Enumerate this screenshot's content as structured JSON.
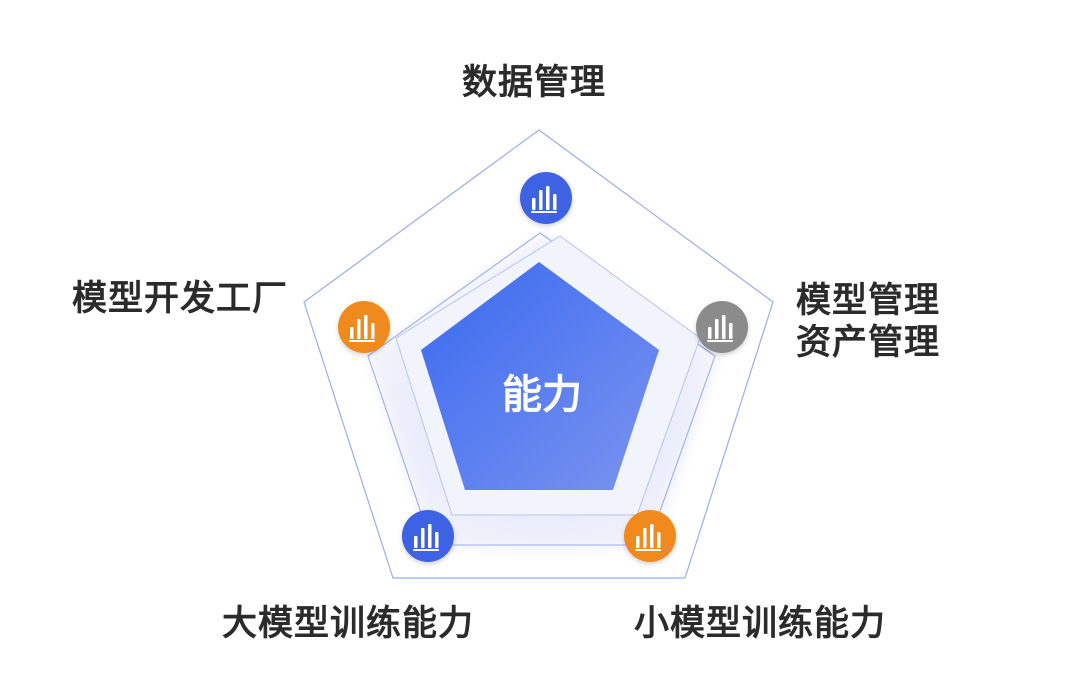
{
  "center": {
    "label": "能力"
  },
  "nodes": [
    {
      "id": "top",
      "label_lines": [
        "数据管理"
      ],
      "color": "#3d63e4"
    },
    {
      "id": "right",
      "label_lines": [
        "模型管理",
        "资产管理"
      ],
      "color": "#8b8b8b"
    },
    {
      "id": "bottom-right",
      "label_lines": [
        "小模型训练能力"
      ],
      "color": "#f08a1e"
    },
    {
      "id": "bottom-left",
      "label_lines": [
        "大模型训练能力"
      ],
      "color": "#3d63e4"
    },
    {
      "id": "left",
      "label_lines": [
        "模型开发工厂"
      ],
      "color": "#f08a1e"
    }
  ],
  "colors": {
    "core_gradient_start": "#3a6af0",
    "core_gradient_end": "#7a93ef",
    "ring_fill": "#eef0fb",
    "outline": "#8fa4e6"
  }
}
